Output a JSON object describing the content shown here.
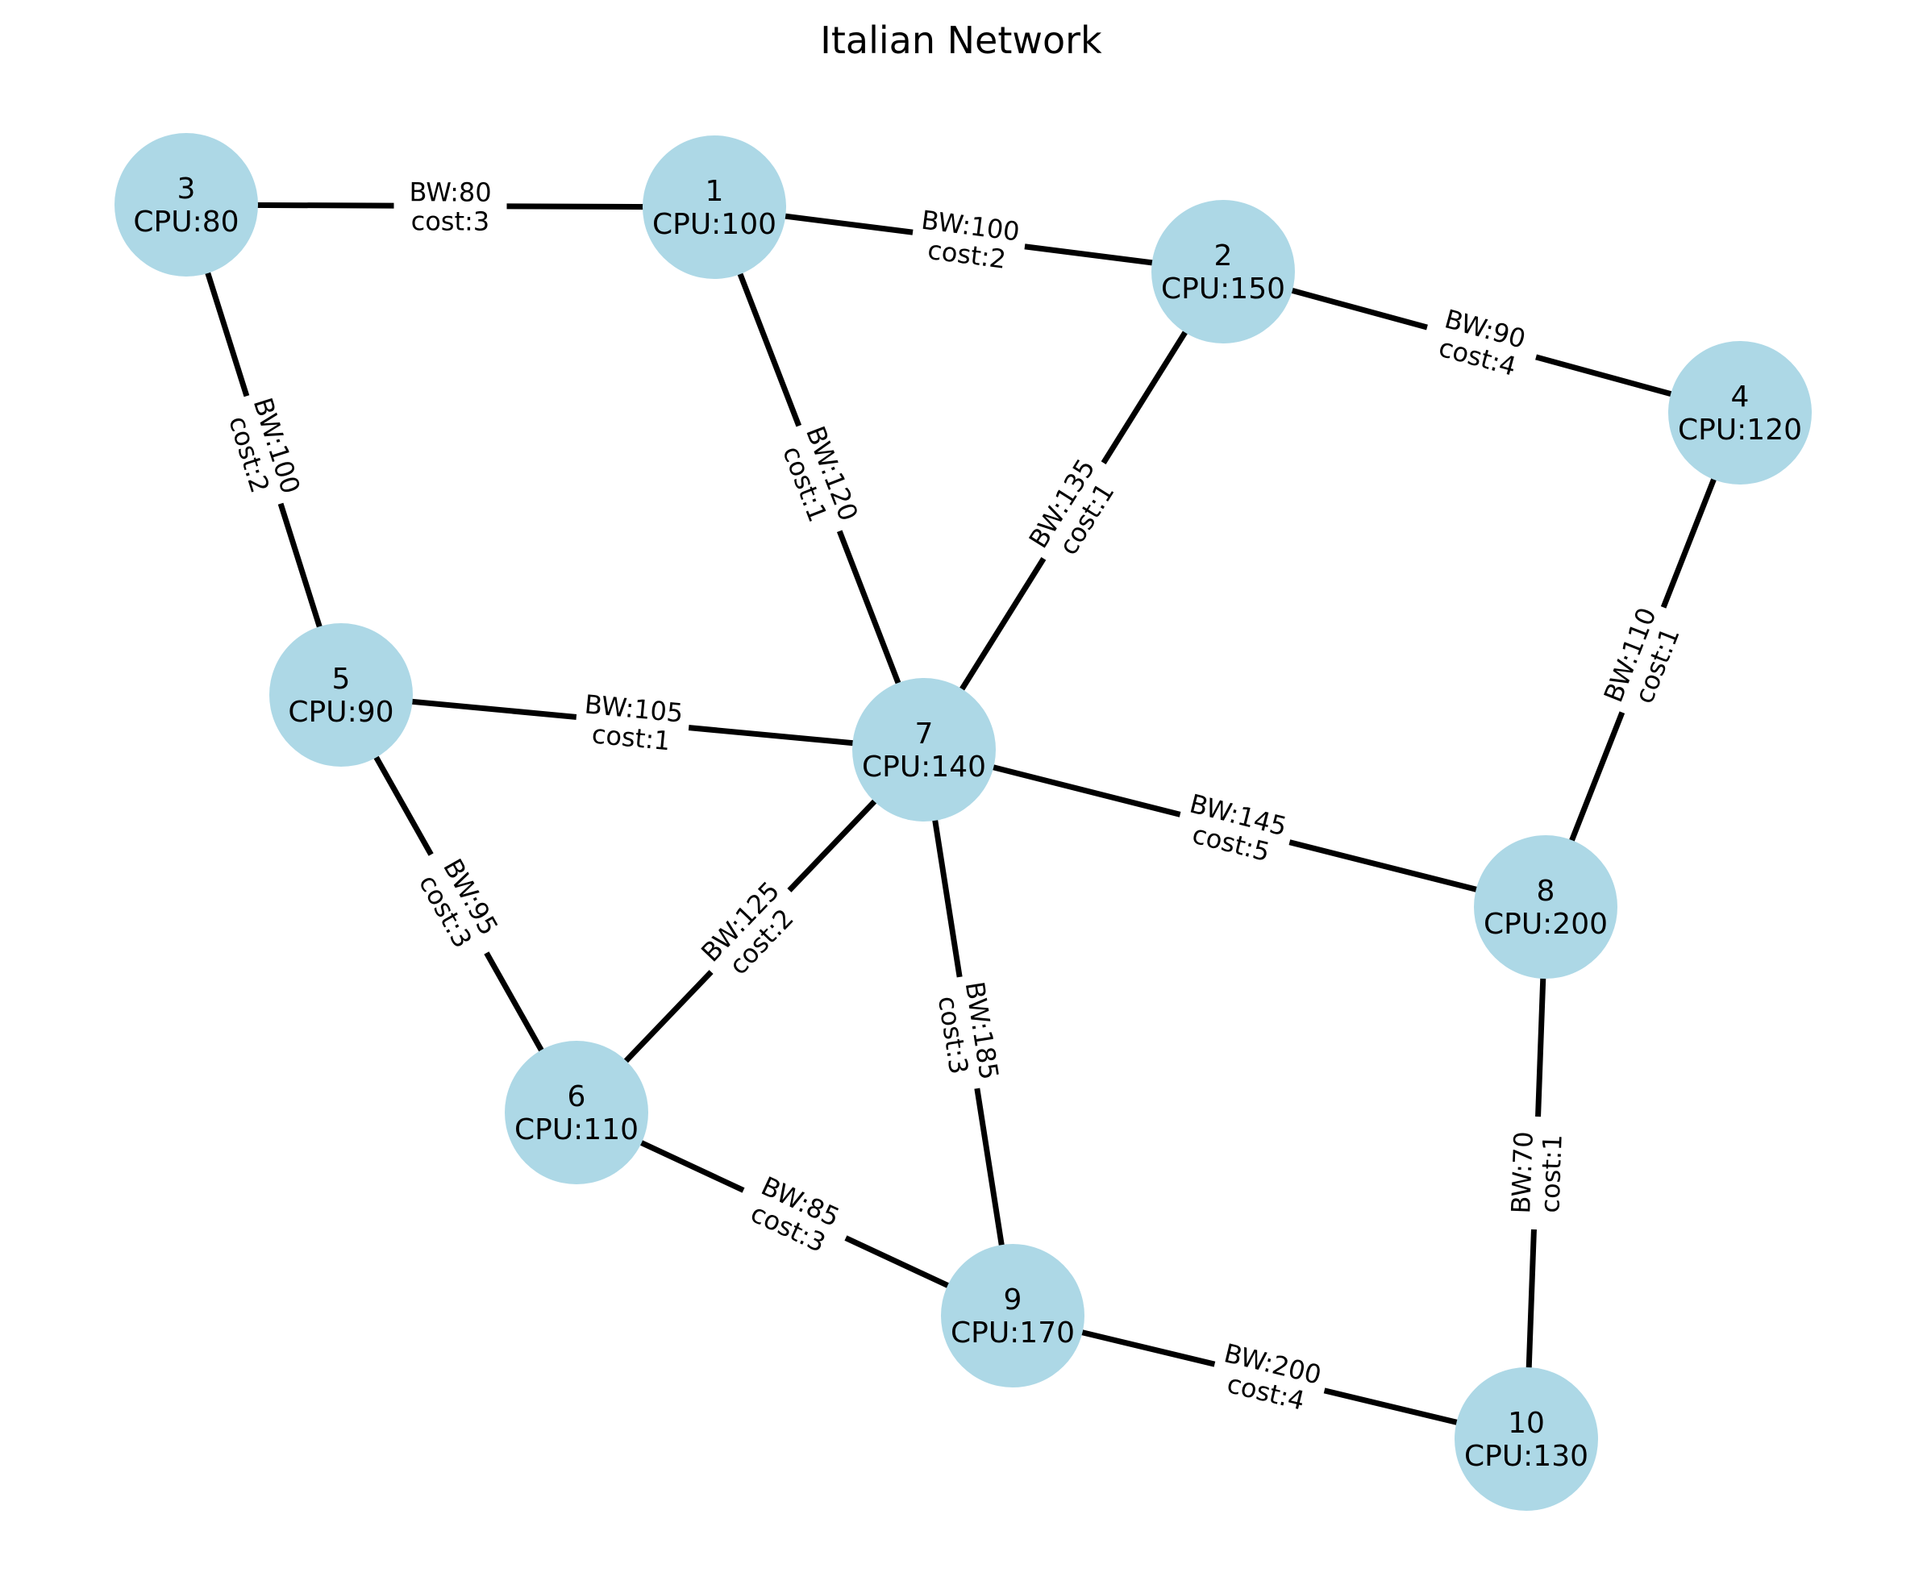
{
  "title": "Italian Network",
  "colors": {
    "node_fill": "#add8e6",
    "edge": "#000000",
    "text": "#000000",
    "background": "#ffffff"
  },
  "nodes": [
    {
      "id": "1",
      "cpu_label": "CPU:100"
    },
    {
      "id": "2",
      "cpu_label": "CPU:150"
    },
    {
      "id": "3",
      "cpu_label": "CPU:80"
    },
    {
      "id": "4",
      "cpu_label": "CPU:120"
    },
    {
      "id": "5",
      "cpu_label": "CPU:90"
    },
    {
      "id": "6",
      "cpu_label": "CPU:110"
    },
    {
      "id": "7",
      "cpu_label": "CPU:140"
    },
    {
      "id": "8",
      "cpu_label": "CPU:200"
    },
    {
      "id": "9",
      "cpu_label": "CPU:170"
    },
    {
      "id": "10",
      "cpu_label": "CPU:130"
    }
  ],
  "edges": [
    {
      "source": "3",
      "target": "1",
      "bw_label": "BW:80",
      "cost_label": "cost:3"
    },
    {
      "source": "1",
      "target": "2",
      "bw_label": "BW:100",
      "cost_label": "cost:2"
    },
    {
      "source": "2",
      "target": "4",
      "bw_label": "BW:90",
      "cost_label": "cost:4"
    },
    {
      "source": "3",
      "target": "5",
      "bw_label": "BW:100",
      "cost_label": "cost:2"
    },
    {
      "source": "1",
      "target": "7",
      "bw_label": "BW:120",
      "cost_label": "cost:1"
    },
    {
      "source": "2",
      "target": "7",
      "bw_label": "BW:135",
      "cost_label": "cost:1"
    },
    {
      "source": "4",
      "target": "8",
      "bw_label": "BW:110",
      "cost_label": "cost:1"
    },
    {
      "source": "5",
      "target": "7",
      "bw_label": "BW:105",
      "cost_label": "cost:1"
    },
    {
      "source": "5",
      "target": "6",
      "bw_label": "BW:95",
      "cost_label": "cost:3"
    },
    {
      "source": "7",
      "target": "6",
      "bw_label": "BW:125",
      "cost_label": "cost:2"
    },
    {
      "source": "7",
      "target": "8",
      "bw_label": "BW:145",
      "cost_label": "cost:5"
    },
    {
      "source": "7",
      "target": "9",
      "bw_label": "BW:185",
      "cost_label": "cost:3"
    },
    {
      "source": "8",
      "target": "10",
      "bw_label": "BW:70",
      "cost_label": "cost:1"
    },
    {
      "source": "6",
      "target": "9",
      "bw_label": "BW:85",
      "cost_label": "cost:3"
    },
    {
      "source": "9",
      "target": "10",
      "bw_label": "BW:200",
      "cost_label": "cost:4"
    }
  ]
}
